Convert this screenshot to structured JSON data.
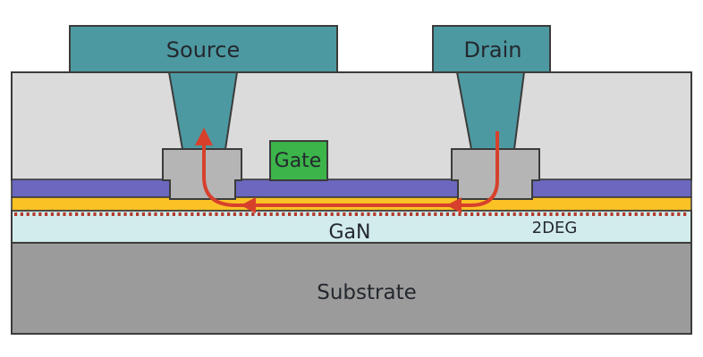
{
  "figure": {
    "labels": {
      "source": "Source",
      "drain": "Drain",
      "gate": "Gate",
      "gan": "GaN",
      "two_deg": "2DEG",
      "substrate": "Substrate"
    },
    "colors": {
      "contact_metal": "#4D99A1",
      "gate_metal": "#3CB449",
      "passivation": "#6C67BF",
      "barrier": "#FBC226",
      "gan_layer": "#D2ECEB",
      "substrate_layer": "#9C9B9B",
      "dielectric_body": "#DCDBDB",
      "ohmic_contact": "#B5B5B6",
      "current_arrow": "#D7412C",
      "two_deg_dotted": "#B43A2D",
      "outline": "#3B3B3B",
      "label_text": "#23282E",
      "background": "#FFFFFF"
    }
  }
}
